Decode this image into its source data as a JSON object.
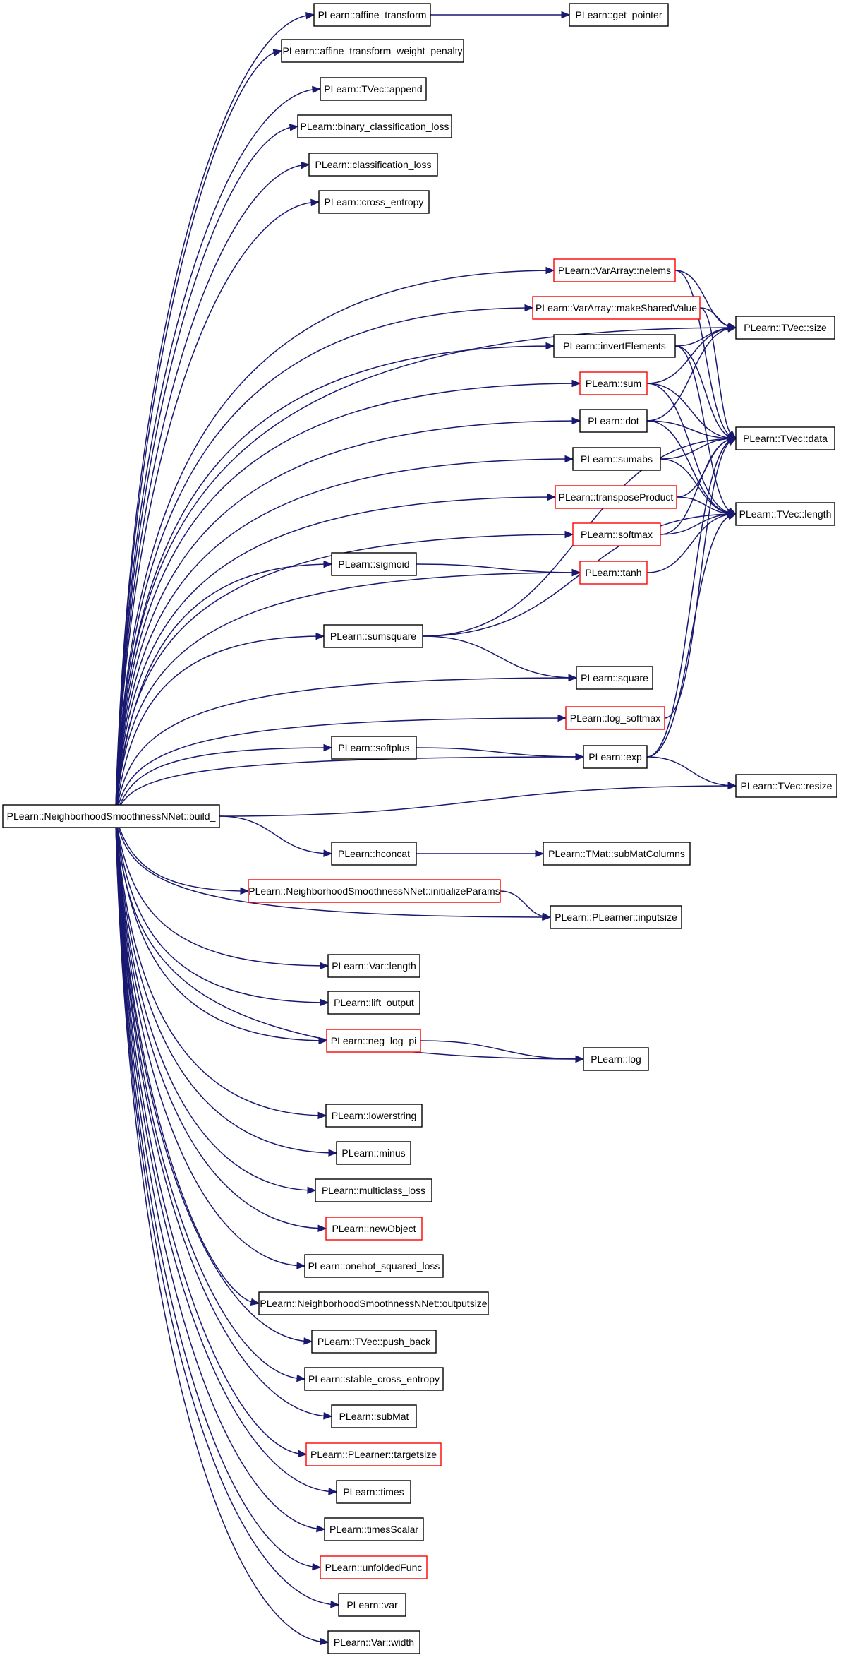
{
  "colors": {
    "edge": "#191970",
    "root_fill": "#bfbfbf",
    "node_border": "#000000",
    "truncated_border": "#ff0000",
    "background": "#ffffff"
  },
  "nodes": [
    {
      "id": "root",
      "label": "PLearn::NeighborhoodSmoothnessNNet::build_",
      "style": "root"
    },
    {
      "id": "affine_transform",
      "label": "PLearn::affine_transform",
      "style": "normal"
    },
    {
      "id": "get_pointer",
      "label": "PLearn::get_pointer",
      "style": "normal"
    },
    {
      "id": "affine_transform_weight_penalty",
      "label": "PLearn::affine_transform_weight_penalty",
      "style": "normal"
    },
    {
      "id": "tvec_append",
      "label": "PLearn::TVec::append",
      "style": "normal"
    },
    {
      "id": "binary_classification_loss",
      "label": "PLearn::binary_classification_loss",
      "style": "normal"
    },
    {
      "id": "classification_loss",
      "label": "PLearn::classification_loss",
      "style": "normal"
    },
    {
      "id": "cross_entropy",
      "label": "PLearn::cross_entropy",
      "style": "normal"
    },
    {
      "id": "nelems",
      "label": "PLearn::VarArray::nelems",
      "style": "truncated"
    },
    {
      "id": "makeSharedValue",
      "label": "PLearn::VarArray::makeSharedValue",
      "style": "truncated"
    },
    {
      "id": "tvec_size",
      "label": "PLearn::TVec::size",
      "style": "normal"
    },
    {
      "id": "invertElements",
      "label": "PLearn::invertElements",
      "style": "normal"
    },
    {
      "id": "sum",
      "label": "PLearn::sum",
      "style": "truncated"
    },
    {
      "id": "dot",
      "label": "PLearn::dot",
      "style": "normal"
    },
    {
      "id": "tvec_data",
      "label": "PLearn::TVec::data",
      "style": "normal"
    },
    {
      "id": "sumabs",
      "label": "PLearn::sumabs",
      "style": "normal"
    },
    {
      "id": "transposeProduct",
      "label": "PLearn::transposeProduct",
      "style": "truncated"
    },
    {
      "id": "tvec_length",
      "label": "PLearn::TVec::length",
      "style": "normal"
    },
    {
      "id": "softmax",
      "label": "PLearn::softmax",
      "style": "truncated"
    },
    {
      "id": "sigmoid",
      "label": "PLearn::sigmoid",
      "style": "normal"
    },
    {
      "id": "tanh",
      "label": "PLearn::tanh",
      "style": "truncated"
    },
    {
      "id": "sumsquare",
      "label": "PLearn::sumsquare",
      "style": "normal"
    },
    {
      "id": "square",
      "label": "PLearn::square",
      "style": "normal"
    },
    {
      "id": "log_softmax",
      "label": "PLearn::log_softmax",
      "style": "truncated"
    },
    {
      "id": "softplus",
      "label": "PLearn::softplus",
      "style": "normal"
    },
    {
      "id": "exp",
      "label": "PLearn::exp",
      "style": "normal"
    },
    {
      "id": "tvec_resize",
      "label": "PLearn::TVec::resize",
      "style": "normal"
    },
    {
      "id": "hconcat",
      "label": "PLearn::hconcat",
      "style": "normal"
    },
    {
      "id": "subMatColumns",
      "label": "PLearn::TMat::subMatColumns",
      "style": "normal"
    },
    {
      "id": "initializeParams",
      "label": "PLearn::NeighborhoodSmoothnessNNet::initializeParams",
      "style": "truncated"
    },
    {
      "id": "inputsize",
      "label": "PLearn::PLearner::inputsize",
      "style": "normal"
    },
    {
      "id": "var_length",
      "label": "PLearn::Var::length",
      "style": "normal"
    },
    {
      "id": "lift_output",
      "label": "PLearn::lift_output",
      "style": "normal"
    },
    {
      "id": "neg_log_pi",
      "label": "PLearn::neg_log_pi",
      "style": "truncated"
    },
    {
      "id": "log",
      "label": "PLearn::log",
      "style": "normal"
    },
    {
      "id": "lowerstring",
      "label": "PLearn::lowerstring",
      "style": "normal"
    },
    {
      "id": "minus",
      "label": "PLearn::minus",
      "style": "normal"
    },
    {
      "id": "multiclass_loss",
      "label": "PLearn::multiclass_loss",
      "style": "normal"
    },
    {
      "id": "newObject",
      "label": "PLearn::newObject",
      "style": "truncated"
    },
    {
      "id": "onehot_squared_loss",
      "label": "PLearn::onehot_squared_loss",
      "style": "normal"
    },
    {
      "id": "outputsize",
      "label": "PLearn::NeighborhoodSmoothnessNNet::outputsize",
      "style": "normal"
    },
    {
      "id": "push_back",
      "label": "PLearn::TVec::push_back",
      "style": "normal"
    },
    {
      "id": "stable_cross_entropy",
      "label": "PLearn::stable_cross_entropy",
      "style": "normal"
    },
    {
      "id": "subMat",
      "label": "PLearn::subMat",
      "style": "normal"
    },
    {
      "id": "targetsize",
      "label": "PLearn::PLearner::targetsize",
      "style": "truncated"
    },
    {
      "id": "times",
      "label": "PLearn::times",
      "style": "normal"
    },
    {
      "id": "timesScalar",
      "label": "PLearn::timesScalar",
      "style": "normal"
    },
    {
      "id": "unfoldedFunc",
      "label": "PLearn::unfoldedFunc",
      "style": "truncated"
    },
    {
      "id": "var",
      "label": "PLearn::var",
      "style": "normal"
    },
    {
      "id": "var_width",
      "label": "PLearn::Var::width",
      "style": "normal"
    }
  ],
  "edges": [
    [
      "root",
      "affine_transform"
    ],
    [
      "affine_transform",
      "get_pointer"
    ],
    [
      "root",
      "affine_transform_weight_penalty"
    ],
    [
      "root",
      "tvec_append"
    ],
    [
      "root",
      "binary_classification_loss"
    ],
    [
      "root",
      "classification_loss"
    ],
    [
      "root",
      "cross_entropy"
    ],
    [
      "root",
      "tvec_size"
    ],
    [
      "root",
      "nelems"
    ],
    [
      "nelems",
      "tvec_size"
    ],
    [
      "nelems",
      "tvec_data"
    ],
    [
      "root",
      "makeSharedValue"
    ],
    [
      "makeSharedValue",
      "tvec_size"
    ],
    [
      "makeSharedValue",
      "tvec_data"
    ],
    [
      "root",
      "invertElements"
    ],
    [
      "invertElements",
      "tvec_size"
    ],
    [
      "invertElements",
      "tvec_data"
    ],
    [
      "invertElements",
      "tvec_length"
    ],
    [
      "root",
      "sum"
    ],
    [
      "sum",
      "tvec_size"
    ],
    [
      "sum",
      "tvec_data"
    ],
    [
      "sum",
      "tvec_length"
    ],
    [
      "root",
      "dot"
    ],
    [
      "dot",
      "tvec_size"
    ],
    [
      "dot",
      "tvec_data"
    ],
    [
      "dot",
      "tvec_length"
    ],
    [
      "root",
      "sumabs"
    ],
    [
      "sumabs",
      "tvec_data"
    ],
    [
      "sumabs",
      "tvec_length"
    ],
    [
      "root",
      "transposeProduct"
    ],
    [
      "transposeProduct",
      "tvec_data"
    ],
    [
      "transposeProduct",
      "tvec_length"
    ],
    [
      "root",
      "softmax"
    ],
    [
      "softmax",
      "tvec_data"
    ],
    [
      "softmax",
      "tvec_length"
    ],
    [
      "root",
      "sigmoid"
    ],
    [
      "sigmoid",
      "tanh"
    ],
    [
      "root",
      "tanh"
    ],
    [
      "tanh",
      "tvec_length"
    ],
    [
      "root",
      "sumsquare"
    ],
    [
      "sumsquare",
      "tvec_data"
    ],
    [
      "sumsquare",
      "tvec_length"
    ],
    [
      "sumsquare",
      "square"
    ],
    [
      "root",
      "square"
    ],
    [
      "root",
      "log_softmax"
    ],
    [
      "log_softmax",
      "tvec_data"
    ],
    [
      "root",
      "softplus"
    ],
    [
      "softplus",
      "exp"
    ],
    [
      "root",
      "exp"
    ],
    [
      "exp",
      "tvec_data"
    ],
    [
      "exp",
      "tvec_length"
    ],
    [
      "exp",
      "tvec_resize"
    ],
    [
      "root",
      "tvec_resize"
    ],
    [
      "root",
      "hconcat"
    ],
    [
      "hconcat",
      "subMatColumns"
    ],
    [
      "root",
      "initializeParams"
    ],
    [
      "initializeParams",
      "inputsize"
    ],
    [
      "root",
      "inputsize"
    ],
    [
      "root",
      "var_length"
    ],
    [
      "root",
      "lift_output"
    ],
    [
      "root",
      "neg_log_pi"
    ],
    [
      "neg_log_pi",
      "log"
    ],
    [
      "root",
      "log"
    ],
    [
      "root",
      "lowerstring"
    ],
    [
      "root",
      "minus"
    ],
    [
      "root",
      "multiclass_loss"
    ],
    [
      "root",
      "newObject"
    ],
    [
      "root",
      "onehot_squared_loss"
    ],
    [
      "root",
      "outputsize"
    ],
    [
      "root",
      "push_back"
    ],
    [
      "root",
      "stable_cross_entropy"
    ],
    [
      "root",
      "subMat"
    ],
    [
      "root",
      "targetsize"
    ],
    [
      "root",
      "times"
    ],
    [
      "root",
      "timesScalar"
    ],
    [
      "root",
      "unfoldedFunc"
    ],
    [
      "root",
      "var"
    ],
    [
      "root",
      "var_width"
    ]
  ]
}
